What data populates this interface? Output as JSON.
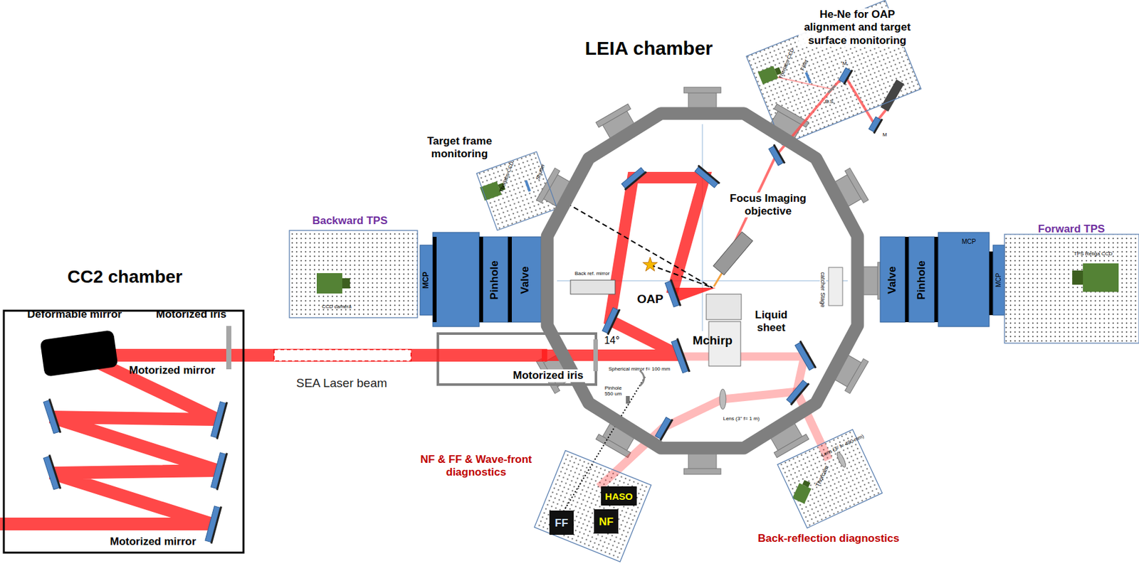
{
  "diagram": {
    "nodes": [
      {
        "text": [
          "CC2 chamber"
        ]
      },
      {
        "text": [
          "Backward TPS",
          "CCD camera"
        ]
      },
      {
        "text": [
          "Target frame monitoring"
        ]
      },
      {
        "text": [
          "He-Ne for OAP alignment and target surface monitoring"
        ]
      },
      {
        "text": [
          "LEIA chamber"
        ]
      },
      {
        "text": [
          "Forward TPS",
          "TPS Retiga CCD"
        ]
      },
      {
        "text": [
          "NF & FF & Wave-front diagnostics"
        ]
      },
      {
        "text": [
          "FF"
        ],
        "in": 6
      },
      {
        "text": [
          "NF"
        ],
        "in": 6
      },
      {
        "text": [
          "HASO"
        ],
        "in": 6
      },
      {
        "text": [
          "Back-reflection diagnostics"
        ]
      }
    ],
    "edges": [
      {
        "from": 0,
        "to": 4,
        "arrow": "none",
        "label": "SEA Laser beam"
      }
    ],
    "labels": [
      "Deformable mirror",
      "Motorized iris",
      "Motorized mirror",
      "Motorized mirror",
      "MCP",
      "Pinhole",
      "Valve",
      "Back ref. mirror",
      "OAP",
      "14°",
      "Mchirp",
      "Motorized iris",
      "Focus Imaging objective",
      "Liquid sheet",
      "catcher Stage",
      "Valve",
      "Pinhole",
      "MCP",
      "MCP",
      "Spherical mirror f= 100 mm",
      "Pinhole 550 um",
      "Lens (3'' f= 1 m)",
      "Thorlabs CCD",
      "Shutter",
      "Thorlabs CCD",
      "Filter",
      "B.S.",
      "M",
      "M",
      "Lens (3'' f= 400 mm)",
      "Thorcam"
    ]
  }
}
